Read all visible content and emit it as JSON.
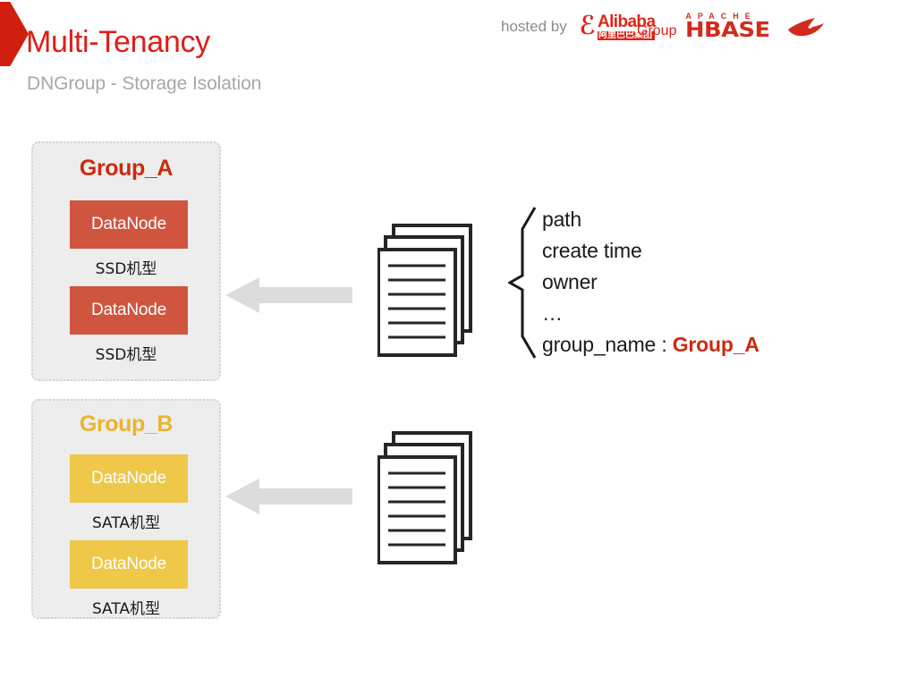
{
  "header": {
    "title": "Multi-Tenancy",
    "subtitle": "DNGroup - Storage Isolation",
    "hosted_by_label": "hosted by",
    "sponsors": [
      {
        "name": "alibaba-group-logo",
        "mark": "ℰ",
        "wordmark": "Alibaba",
        "group_word": "Group",
        "cn_wordmark": "阿里巴巴集团"
      },
      {
        "name": "apache-hbase-logo",
        "apache": "APACHE",
        "wordmark": "HBASE"
      }
    ],
    "chevron_color": "#D01F0E",
    "title_color": "#E01C17",
    "subtitle_color": "#A8A8A8"
  },
  "groups": [
    {
      "id": "group-a",
      "title": "Group_A",
      "title_color": "#CC2A10",
      "node_color": "#D0553F",
      "nodes": [
        {
          "label": "DataNode",
          "machine": "SSD机型"
        },
        {
          "label": "DataNode",
          "machine": "SSD机型"
        }
      ]
    },
    {
      "id": "group-b",
      "title": "Group_B",
      "title_color": "#E8B52E",
      "node_color": "#EFC84A",
      "nodes": [
        {
          "label": "DataNode",
          "machine": "SATA机型"
        },
        {
          "label": "DataNode",
          "machine": "SATA机型"
        }
      ]
    }
  ],
  "arrows": [
    {
      "name": "arrow-to-group-a",
      "direction": "left",
      "color": "#DCDCDC"
    },
    {
      "name": "arrow-to-group-b",
      "direction": "left",
      "color": "#DCDCDC"
    }
  ],
  "doc_stacks": [
    {
      "name": "file-stack-group-a",
      "sheets": 3,
      "lines": 6
    },
    {
      "name": "file-stack-group-b",
      "sheets": 3,
      "lines": 6
    }
  ],
  "metadata": {
    "brace": "{",
    "rows": [
      {
        "text": "path"
      },
      {
        "text": "create time"
      },
      {
        "text": "owner"
      },
      {
        "text": "…"
      }
    ],
    "group_row": {
      "key": "group_name : ",
      "value": "Group_A",
      "value_color": "#CC2A10"
    }
  },
  "palette": {
    "background": "#FFFFFF",
    "group_fill": "#EDEDED",
    "group_border": "#D2D2D2",
    "arrow_gray": "#DCDCDC",
    "text_dark": "#1A1A1A"
  }
}
